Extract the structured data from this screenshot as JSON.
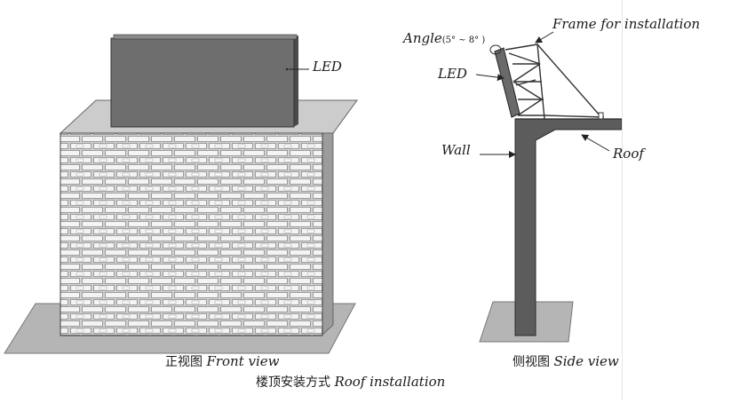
{
  "front": {
    "led_label": "LED",
    "caption_cn": "正视图",
    "caption_en": "Front view"
  },
  "side": {
    "angle_label": "Angle",
    "angle_range": "(5° ~ 8° )",
    "frame_label": "Frame for installation",
    "led_label": "LED",
    "wall_label": "Wall",
    "roof_label": "Roof",
    "caption_cn": "侧视图",
    "caption_en": "Side view"
  },
  "title": {
    "cn": "楼顶安装方式",
    "en": "Roof installation"
  },
  "colors": {
    "led_panel": "#6e6e6e",
    "wall_side": "#5c5c5c",
    "ground": "#b5b5b5",
    "roof_slab": "#c9c9c9",
    "brick_fill": "#f2f2f2",
    "line": "#222222"
  }
}
